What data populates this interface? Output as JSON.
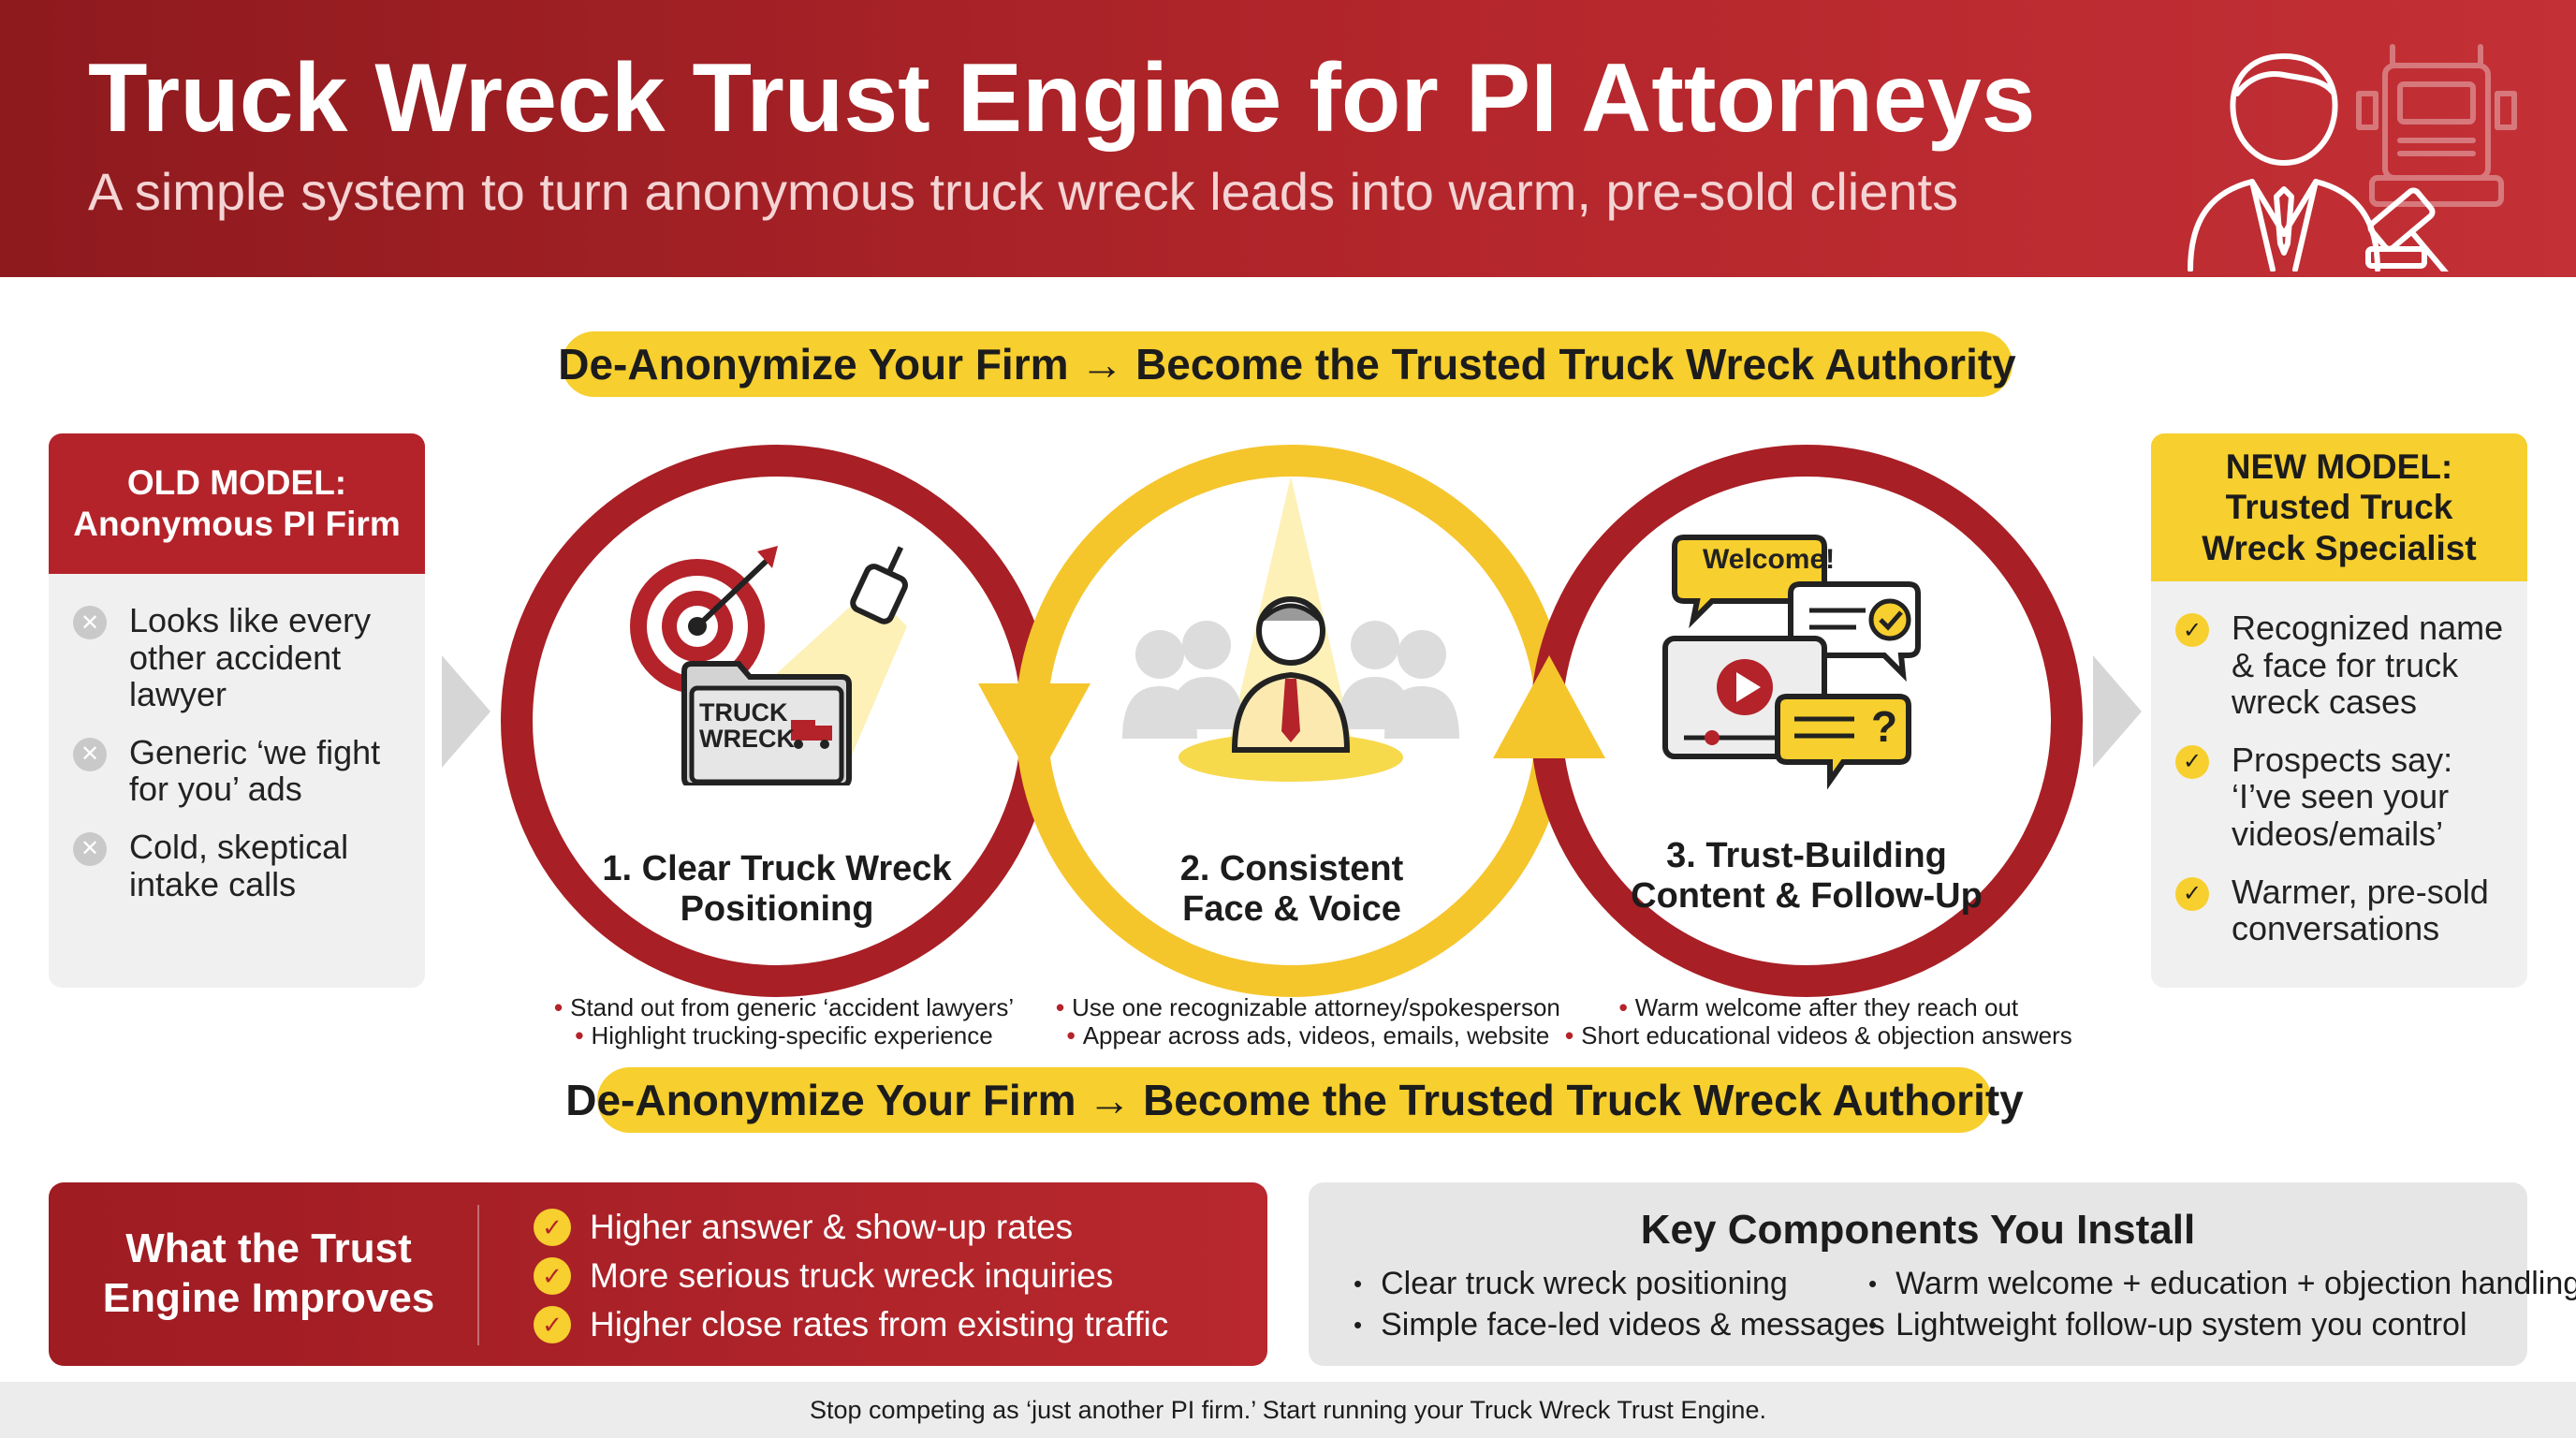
{
  "header": {
    "title": "Truck Wreck Trust Engine for PI Attorneys",
    "subtitle": "A simple system to turn anonymous truck wreck leads into warm, pre-sold clients",
    "icon": "attorney-truck-gavel-icon"
  },
  "banner_top": "De-Anonymize Your Firm → Become the Trusted Truck Wreck Authority",
  "banner_bottom": "De-Anonymize Your Firm → Become the Trusted Truck Wreck Authority",
  "old_model": {
    "title_line1": "OLD MODEL:",
    "title_line2": "Anonymous PI Firm",
    "items": [
      "Looks like every other accident lawyer",
      "Generic ‘we fight for you’ ads",
      "Cold, skeptical intake calls"
    ],
    "icon_symbol": "✕"
  },
  "new_model": {
    "title_line1": "NEW MODEL:",
    "title_line2": "Trusted Truck",
    "title_line3": "Wreck Specialist",
    "items": [
      "Recognized name & face for truck wreck cases",
      "Prospects say: ‘I’ve seen your videos/emails’",
      "Warmer, pre-sold conversations"
    ],
    "icon_symbol": "✓"
  },
  "steps": [
    {
      "label_line1": "1. Clear Truck Wreck",
      "label_line2": "Positioning",
      "folder_line1": "TRUCK",
      "folder_line2": "WRECK",
      "bullets": [
        "Stand out from generic ‘accident lawyers’",
        "Highlight trucking-specific experience"
      ]
    },
    {
      "label_line1": "2. Consistent",
      "label_line2": "Face & Voice",
      "bullets": [
        "Use one recognizable attorney/spokesperson",
        "Appear across ads, videos, emails, website"
      ]
    },
    {
      "label_line1": "3. Trust-Building",
      "label_line2": "Content & Follow-Up",
      "bubble_text": "Welcome!",
      "bubble_question": "?",
      "bullets": [
        "Warm welcome after they reach out",
        "Short educational videos & objection answers"
      ]
    }
  ],
  "improves": {
    "title_line1": "What the Trust",
    "title_line2": "Engine Improves",
    "items": [
      "Higher answer & show-up rates",
      "More serious truck wreck inquiries",
      "Higher close rates from existing traffic"
    ],
    "icon_symbol": "✓"
  },
  "components": {
    "title": "Key Components You Install",
    "bullet": "•",
    "col1": [
      "Clear truck wreck positioning",
      "Simple face-led videos & messages"
    ],
    "col2": [
      "Warm welcome + education + objection handling",
      "Lightweight follow-up system you control"
    ]
  },
  "footer": "Stop competing as ‘just another PI firm.’ Start running your Truck Wreck Trust Engine.",
  "colors": {
    "brand_red": "#b4232a",
    "dark_red": "#8e1a1e",
    "accent_yellow": "#f7cf2e",
    "panel_gray": "#f0f0f0"
  }
}
